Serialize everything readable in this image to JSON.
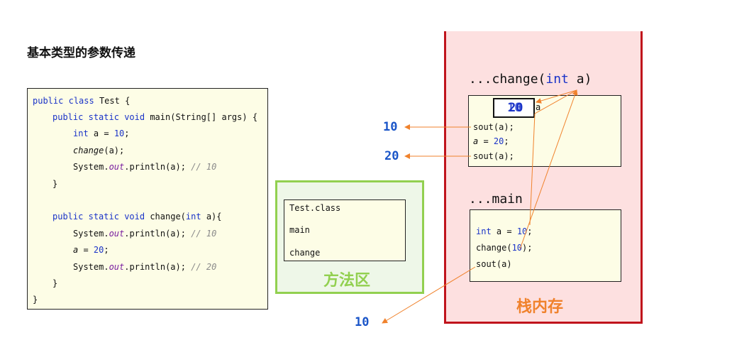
{
  "title": "基本类型的参数传递",
  "code": {
    "l1_a": "public",
    "l1_b": "class",
    "l1_c": "Test {",
    "l2_a": "public",
    "l2_b": "static",
    "l2_c": "void",
    "l2_d": "main(String[] args) {",
    "l3_a": "int",
    "l3_b": "a = ",
    "l3_c": "10",
    "l3_d": ";",
    "l4_a": "change",
    "l4_b": "(a);",
    "l5_a": "System.",
    "l5_b": "out",
    "l5_c": ".println(a); ",
    "l5_d": "// 10",
    "l6": "}",
    "l7_a": "public",
    "l7_b": "static",
    "l7_c": "void",
    "l7_d": "change(",
    "l7_e": "int",
    "l7_f": " a){",
    "l8_a": "System.",
    "l8_b": "out",
    "l8_c": ".println(a); ",
    "l8_d": "// 10",
    "l9_a": "a",
    "l9_b": " = ",
    "l9_c": "20",
    "l9_d": ";",
    "l10_a": "System.",
    "l10_b": "out",
    "l10_c": ".println(a); ",
    "l10_d": "// 20",
    "l11": "}",
    "l12": "}"
  },
  "method_area": {
    "label": "方法区",
    "color": "#92d050",
    "class_name": "Test.class",
    "method1": "main",
    "method2": "change"
  },
  "stack": {
    "label": "栈内存",
    "label_color": "#f0822c",
    "border_color": "#c0141c",
    "change_frame": {
      "title_prefix": "...change(",
      "title_kw": "int",
      "title_suffix": " a)",
      "var_old": "10",
      "var_new": "20",
      "var_name": "a",
      "line1": "sout(a);",
      "line2_a": "a",
      "line2_b": " = ",
      "line2_c": "20",
      "line2_d": ";",
      "line3": "sout(a);"
    },
    "main_frame": {
      "title": "...main",
      "line1_a": "int",
      "line1_b": " a = ",
      "line1_c": "10",
      "line1_d": ";",
      "line2_a": "change(",
      "line2_b": "10",
      "line2_c": ");",
      "line3": "sout(a)"
    }
  },
  "outputs": {
    "out1": "10",
    "out2": "20",
    "out3": "10"
  },
  "arrow_color": "#f0822c"
}
